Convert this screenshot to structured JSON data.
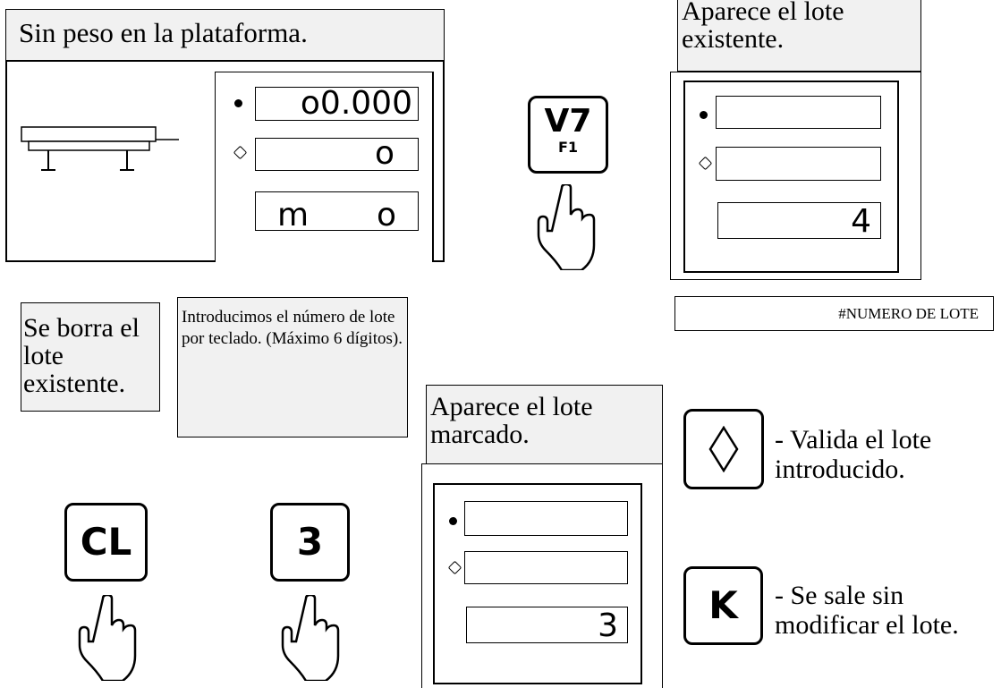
{
  "panel1": {
    "caption": "Sin peso en la plataforma.",
    "weight_value": "o0.000",
    "second_value": "o",
    "third_left": "m",
    "third_right": "o"
  },
  "key_v7": {
    "label": "V7",
    "sub": "F1"
  },
  "panel2": {
    "caption": "Aparece el lote existente.",
    "lot_value": "4",
    "footer_label": "#NUMERO DE LOTE"
  },
  "step_clear": {
    "text": "Se borra el lote existente.",
    "key_label": "CL"
  },
  "step_enter": {
    "text": "Introducimos el número de lote por teclado. (Máximo 6 dígitos).",
    "key_label": "3"
  },
  "panel3": {
    "caption": "Aparece el lote marcado.",
    "lot_value": "3"
  },
  "validate": {
    "icon": "diamond-key-icon",
    "text": "- Valida el lote introducido."
  },
  "exit": {
    "key_label": "K",
    "text": "- Se sale sin modificar el lote."
  },
  "icons": {
    "hand": "pointing-hand-icon",
    "scale": "weighing-platform-icon"
  }
}
